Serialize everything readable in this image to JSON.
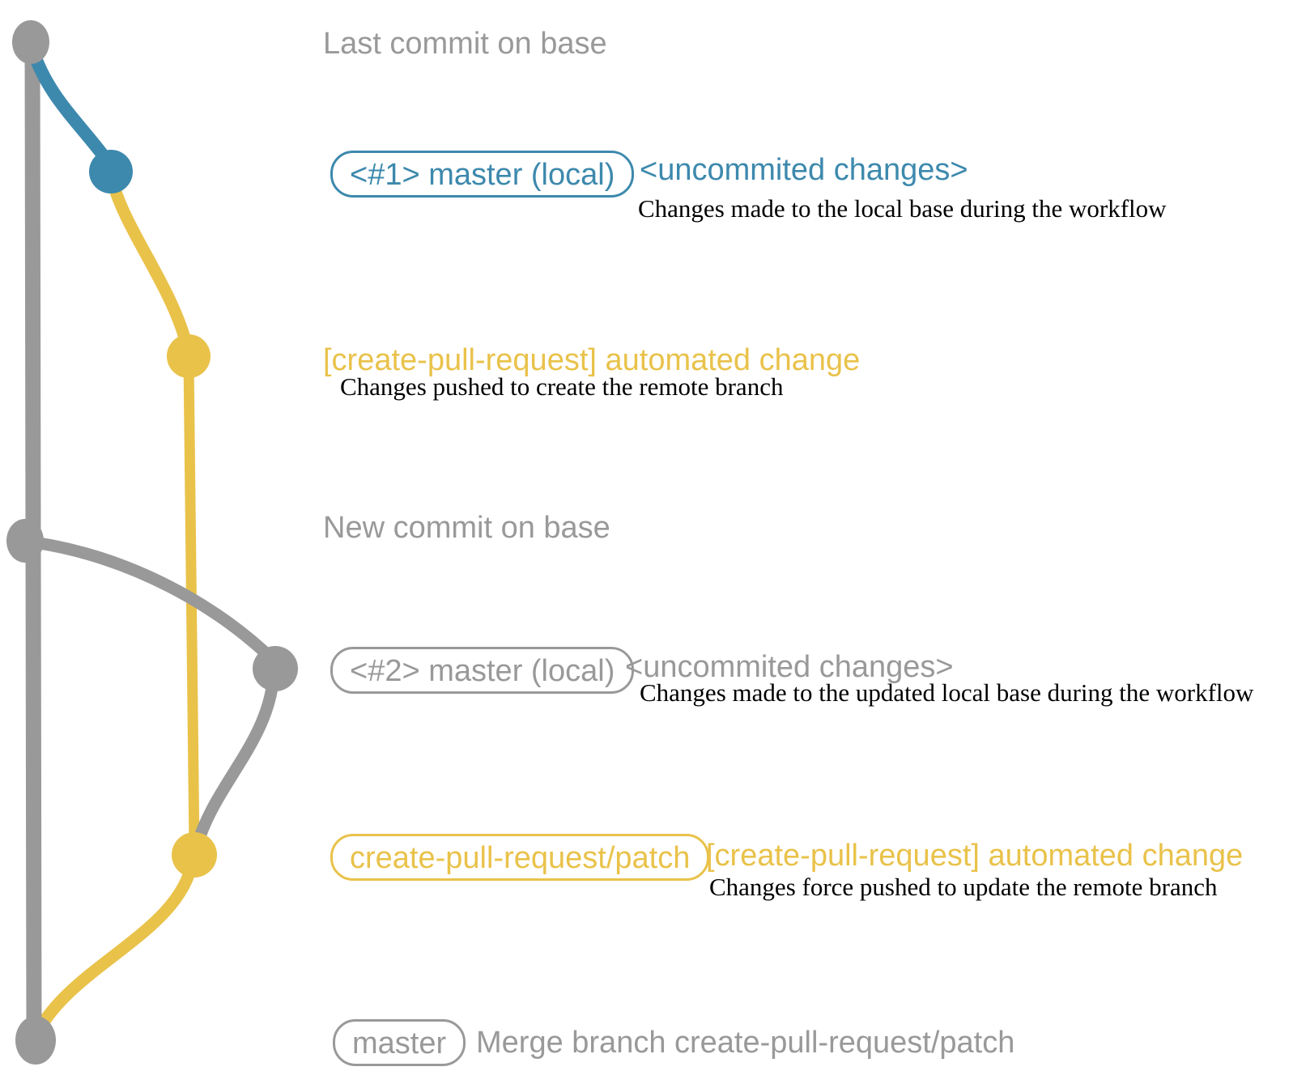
{
  "colors": {
    "gray": "#999999",
    "blue": "#3d89ad",
    "yellow": "#e9c24a",
    "description_text": "#000000",
    "background": "#ffffff"
  },
  "annotations": {
    "last_commit": {
      "label": "Last commit on base"
    },
    "commit1": {
      "tag": "<#1> master (local)",
      "title": "<uncommited changes>",
      "description": "Changes made to the local base during the workflow"
    },
    "push1": {
      "title": "[create-pull-request] automated change",
      "description": "Changes pushed to create the remote branch"
    },
    "new_commit": {
      "label": "New commit on base"
    },
    "commit2": {
      "tag": "<#2> master (local)",
      "title": "<uncommited changes>",
      "description": "Changes made to the updated local base during the workflow"
    },
    "push2": {
      "tag": "create-pull-request/patch",
      "title": "[create-pull-request] automated change",
      "description": "Changes force pushed to update the remote branch"
    },
    "merge": {
      "tag": "master",
      "description": "Merge branch create-pull-request/patch"
    }
  }
}
